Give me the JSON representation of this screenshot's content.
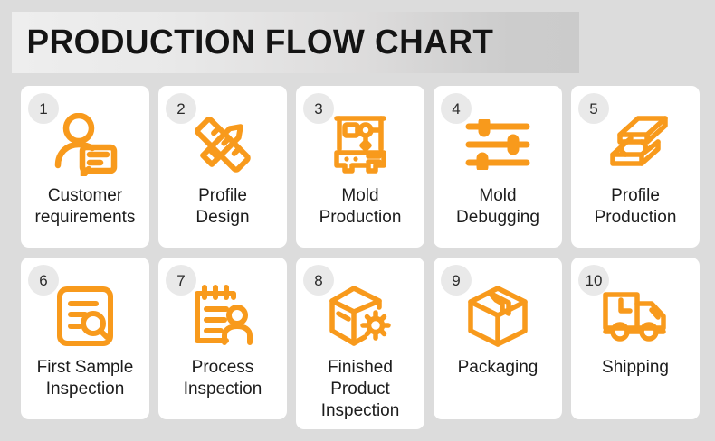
{
  "header": {
    "title": "PRODUCTION FLOW CHART"
  },
  "colors": {
    "background": "#dcdcdc",
    "card": "#ffffff",
    "accent_orange": "#f89a1c",
    "badge_bg": "#e9e9e9",
    "text": "#1c1c1c",
    "banner_gradient_start": "#eeeeee",
    "banner_gradient_end": "#cccccc"
  },
  "steps": [
    {
      "number": "1",
      "label": "Customer\nrequirements",
      "icon": "person-with-speech-bubble-icon"
    },
    {
      "number": "2",
      "label": "Profile\nDesign",
      "icon": "pencil-and-ruler-icon"
    },
    {
      "number": "3",
      "label": "Mold\nProduction",
      "icon": "milling-machine-icon"
    },
    {
      "number": "4",
      "label": "Mold\nDebugging",
      "icon": "sliders-icon"
    },
    {
      "number": "5",
      "label": "Profile\nProduction",
      "icon": "extrusion-profile-icon"
    },
    {
      "number": "6",
      "label": "First Sample\nInspection",
      "icon": "document-magnifier-icon"
    },
    {
      "number": "7",
      "label": "Process\nInspection",
      "icon": "clipboard-person-icon"
    },
    {
      "number": "8",
      "label": "Finished\nProduct\nInspection",
      "icon": "box-gear-icon"
    },
    {
      "number": "9",
      "label": "Packaging",
      "icon": "sealed-box-icon"
    },
    {
      "number": "10",
      "label": "Shipping",
      "icon": "delivery-truck-clock-icon"
    }
  ]
}
